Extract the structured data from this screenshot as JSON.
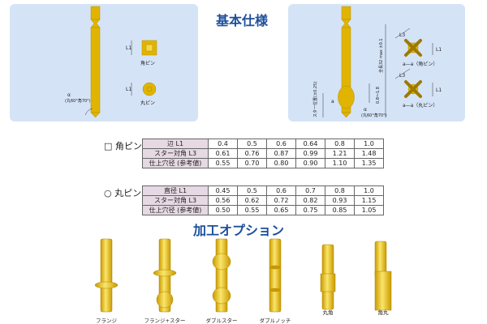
{
  "title": "基本仕様",
  "left_diagram": {
    "l1": "L1",
    "square_label": "角ピン",
    "round_label": "丸ピン",
    "angle": "α",
    "angle_note": "(丸60°角70°)"
  },
  "right_diagram": {
    "l1": "L1",
    "l3": "L3",
    "total": "全長32 max ±0.1",
    "star_pos": "スター位置(±0.25)",
    "range": "0.8〜1.8",
    "a": "a",
    "section_square": "a—a（角ピン）",
    "section_round": "a—a（丸ピン）",
    "angle": "α",
    "angle_note": "(丸60°角70°)"
  },
  "square_table": {
    "label": "□ 角ピン",
    "rows": [
      {
        "head": "辺 L1",
        "values": [
          "0.4",
          "0.5",
          "0.6",
          "0.64",
          "0.8",
          "1.0"
        ]
      },
      {
        "head": "スター対角 L3",
        "values": [
          "0.61",
          "0.76",
          "0.87",
          "0.99",
          "1.21",
          "1.48"
        ]
      },
      {
        "head": "仕上穴径 (参考値)",
        "values": [
          "0.55",
          "0.70",
          "0.80",
          "0.90",
          "1.10",
          "1.35"
        ]
      }
    ]
  },
  "round_table": {
    "label": "○ 丸ピン",
    "rows": [
      {
        "head": "直径 L1",
        "values": [
          "0.45",
          "0.5",
          "0.6",
          "0.7",
          "0.8",
          "1.0"
        ]
      },
      {
        "head": "スター対角 L3",
        "values": [
          "0.56",
          "0.62",
          "0.72",
          "0.82",
          "0.93",
          "1.15"
        ]
      },
      {
        "head": "仕上穴径 (参考値)",
        "values": [
          "0.50",
          "0.55",
          "0.65",
          "0.75",
          "0.85",
          "1.05"
        ]
      }
    ]
  },
  "options": {
    "title": "加工オプション",
    "items": [
      "フランジ",
      "フランジ+スター",
      "ダブルスター",
      "ダブルノッチ",
      "丸角",
      "角丸"
    ]
  },
  "colors": {
    "gold": "#e6bf1c",
    "panel": "#d5e3f7",
    "title": "#1d4f9c"
  }
}
